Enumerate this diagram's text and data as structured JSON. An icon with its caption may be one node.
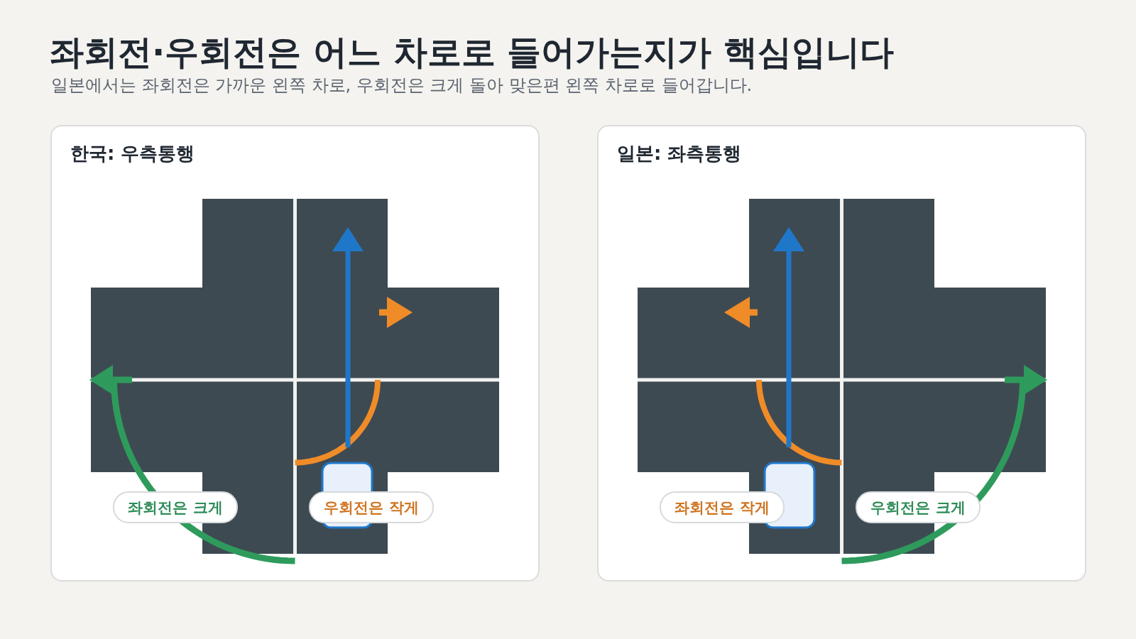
{
  "diagram": {
    "title": "좌회전·우회전은 어느 차로로 들어가는지가 핵심입니다",
    "nodes": [
      {
        "text": [
          "한국: 우측통행"
        ]
      },
      {
        "text": [
          "좌회전은 크게"
        ],
        "in": 0
      },
      {
        "text": [
          "우회전은 작게"
        ],
        "in": 0
      },
      {
        "text": [
          "일본: 좌측통행"
        ]
      },
      {
        "text": [
          "좌회전은 작게"
        ],
        "in": 3
      },
      {
        "text": [
          "우회전은 크게"
        ],
        "in": 3
      }
    ],
    "labels": [
      "일본에서는 좌회전은 가까운 왼쪽 차로, 우회전은 크게 돌아 맞은편 왼쪽 차로로 들어갑니다."
    ]
  }
}
